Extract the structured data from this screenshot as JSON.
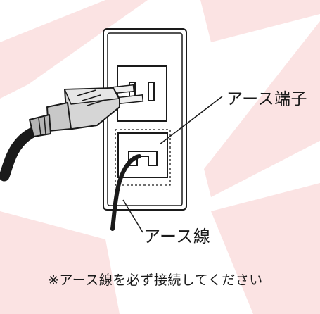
{
  "diagram": {
    "labels": {
      "earth_terminal": "アース端子",
      "earth_wire": "アース線"
    },
    "caption": "※アース線を必ず接続してください",
    "colors": {
      "background_accent": "#fbe3e3",
      "line": "#1a1a1a",
      "plug_fill": "#d6d6d6",
      "plug_shadow": "#aaaaaa",
      "prong": "#eeeeee",
      "cable": "#1a1a1a"
    }
  }
}
